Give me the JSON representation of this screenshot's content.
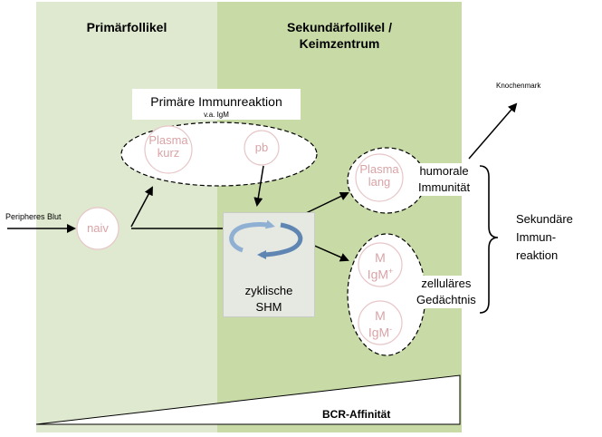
{
  "panels": {
    "left_title": "Primärfollikel",
    "right_title_line1": "Sekundärfollikel /",
    "right_title_line2": "Keimzentrum"
  },
  "primary_response": {
    "title": "Primäre Immunreaktion",
    "subtitle": "v.a. IgM"
  },
  "cells": {
    "plasma_short_line1": "Plasma",
    "plasma_short_line2": "kurz",
    "plasmablast": "pb",
    "naive": "naiv",
    "plasma_long_line1": "Plasma",
    "plasma_long_line2": "lang",
    "memory1_line1": "M",
    "memory1_line2": "IgM",
    "memory1_sup": "+",
    "memory2_line1": "M",
    "memory2_line2": "IgM",
    "memory2_sup": "-"
  },
  "labels": {
    "peripheral_blood": "Peripheres Blut",
    "bone_marrow": "Knochenmark",
    "humoral_line1": "humorale",
    "humoral_line2": "Immunität",
    "cellular_line1": "zelluläres",
    "cellular_line2": "Gedächtnis",
    "secondary_line1": "Sekundäre",
    "secondary_line2": "Immun-",
    "secondary_line3": "reaktion",
    "shm_line1": "zyklische",
    "shm_line2": "SHM",
    "affinity": "BCR-Affinität"
  },
  "colors": {
    "panel_left": "#dfe9cf",
    "panel_right": "#c8dba7",
    "cell_text": "#d9a3a6",
    "cycle_arrow": "#8fb0d3"
  }
}
